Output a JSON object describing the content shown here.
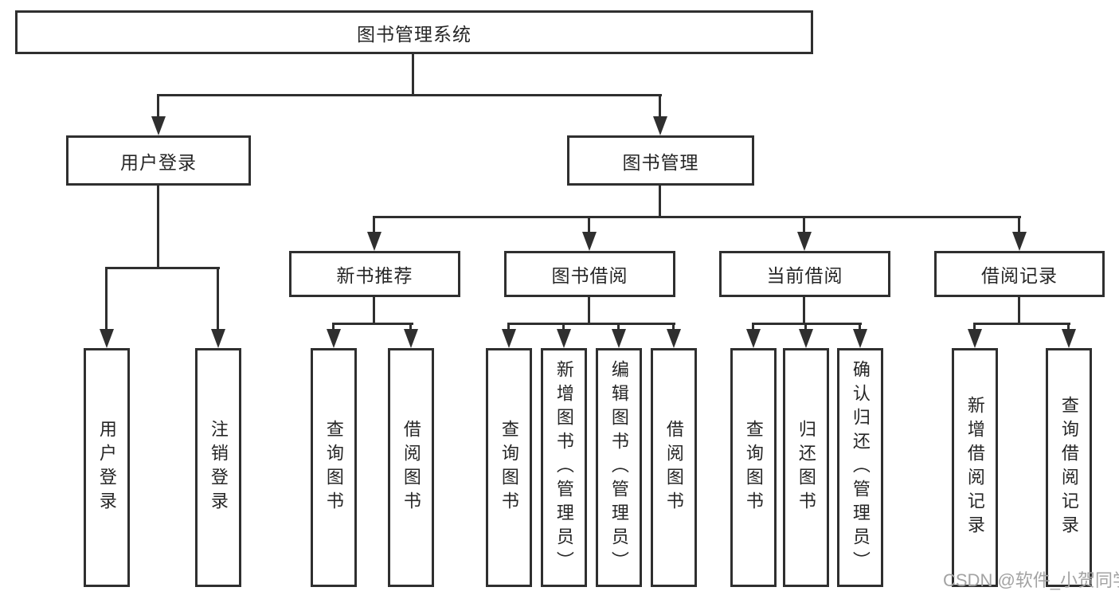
{
  "diagram": {
    "root": {
      "label": "图书管理系统"
    },
    "level2": [
      {
        "label": "用户登录"
      },
      {
        "label": "图书管理"
      }
    ],
    "level3": [
      {
        "label": "新书推荐"
      },
      {
        "label": "图书借阅"
      },
      {
        "label": "当前借阅"
      },
      {
        "label": "借阅记录"
      }
    ],
    "leaves": {
      "user_login": [
        "用户登录",
        "注销登录"
      ],
      "new_books": [
        "查询图书",
        "借阅图书"
      ],
      "book_borrowing": [
        "查询图书",
        "新增图书（管理员）",
        "编辑图书（管理员）",
        "借阅图书"
      ],
      "current_borrowing": [
        "查询图书",
        "归还图书",
        "确认归还（管理员）"
      ],
      "borrow_records": [
        "新增借阅记录",
        "查询借阅记录"
      ]
    },
    "watermark": {
      "text": "CSDN @软件_小贺同学"
    },
    "colors": {
      "line": "#2f2f2f",
      "text": "#262626",
      "background": "#ffffff",
      "watermark": "#a3a3a3"
    }
  }
}
